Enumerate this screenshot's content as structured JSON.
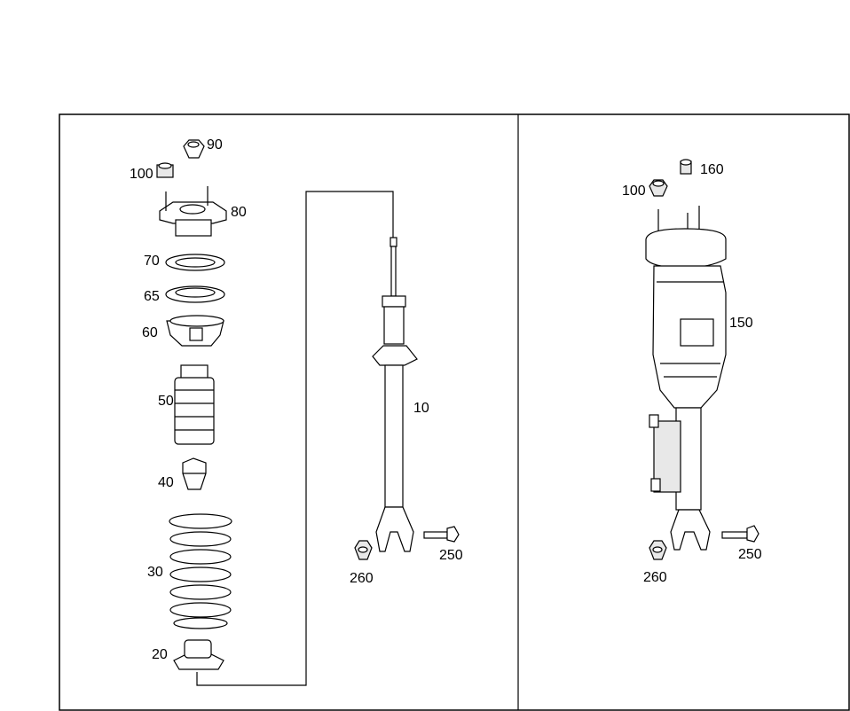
{
  "left_panel": {
    "labels": {
      "p90": "90",
      "p100": "100",
      "p80": "80",
      "p70": "70",
      "p65": "65",
      "p60": "60",
      "p50": "50",
      "p40": "40",
      "p30": "30",
      "p20": "20",
      "p10": "10",
      "p250": "250",
      "p260": "260"
    }
  },
  "right_panel": {
    "labels": {
      "p160": "160",
      "p100": "100",
      "p150": "150",
      "p250": "250",
      "p260": "260"
    }
  }
}
